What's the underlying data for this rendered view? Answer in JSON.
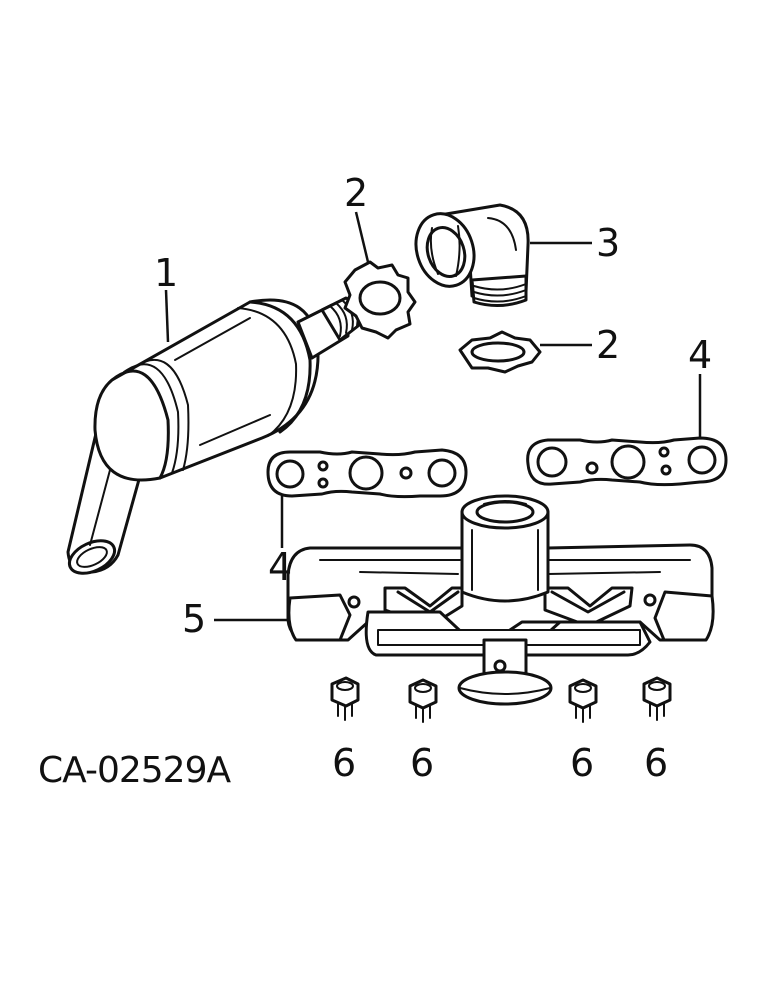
{
  "figure_code": "CA-02529A",
  "callouts": {
    "muffler": "1",
    "lock_washer_upper": "2",
    "elbow": "3",
    "lock_washer_lower": "2",
    "gasket_right": "4",
    "gasket_left": "4",
    "manifold": "5",
    "nut_1": "6",
    "nut_2": "6",
    "nut_3": "6",
    "nut_4": "6"
  }
}
